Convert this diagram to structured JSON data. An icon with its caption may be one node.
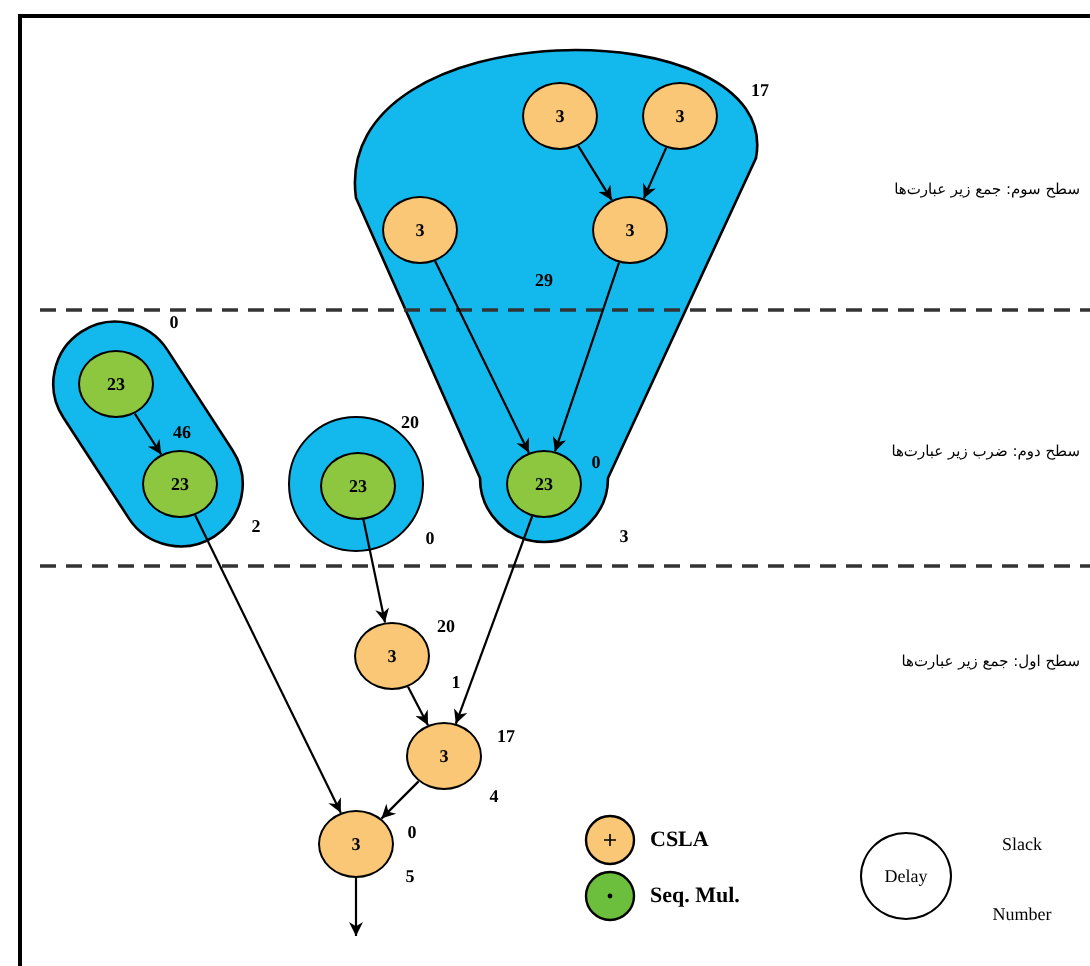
{
  "diagram": {
    "nodes": [
      {
        "text": [],
        "shape": "blob",
        "beside": [
          "17",
          "3"
        ]
      },
      {
        "text": [
          "3"
        ],
        "in": 0
      },
      {
        "text": [
          "3"
        ],
        "in": 0
      },
      {
        "text": [
          "3"
        ],
        "in": 0
      },
      {
        "text": [
          "3"
        ],
        "in": 0
      },
      {
        "text": [],
        "shape": "capsule",
        "beside": [
          "0",
          "2"
        ]
      },
      {
        "text": [
          "23"
        ],
        "in": 5
      },
      {
        "text": [
          "23"
        ],
        "in": 5,
        "beside": [
          "46"
        ]
      },
      {
        "text": [],
        "shape": "circle",
        "beside": [
          "20",
          "0"
        ]
      },
      {
        "text": [
          "23"
        ],
        "in": 8
      },
      {
        "text": [
          "23"
        ],
        "in": 0,
        "beside": [
          "0"
        ]
      },
      {
        "text": [
          "3"
        ],
        "beside": [
          "20",
          "1"
        ]
      },
      {
        "text": [
          "3"
        ],
        "beside": [
          "17",
          "4"
        ]
      },
      {
        "text": [
          "3"
        ],
        "beside": [
          "0",
          "5"
        ]
      },
      {
        "text": [
          "Delay"
        ],
        "beside": [
          "Slack",
          "Number"
        ]
      }
    ],
    "edges": [
      {
        "from": 1,
        "to": 4,
        "arrow": "to"
      },
      {
        "from": 2,
        "to": 4,
        "arrow": "to"
      },
      {
        "from": 3,
        "to": 10,
        "arrow": "to"
      },
      {
        "from": 4,
        "to": 10,
        "arrow": "to"
      },
      {
        "from": 6,
        "to": 7,
        "arrow": "to"
      },
      {
        "from": 7,
        "to": 13,
        "arrow": "to"
      },
      {
        "from": 9,
        "to": 11,
        "arrow": "to"
      },
      {
        "from": 10,
        "to": 12,
        "arrow": "to"
      },
      {
        "from": 11,
        "to": 12,
        "arrow": "to"
      },
      {
        "from": 12,
        "to": 13,
        "arrow": "to"
      },
      {
        "from": 13,
        "to": null,
        "arrow": "to"
      }
    ],
    "labels": [
      "سطح سوم: جمع زیر عبارت‌ها",
      "سطح دوم: ضرب زیر عبارت‌ها",
      "سطح اول: جمع زیر عبارت‌ها",
      "29"
    ],
    "legend": [
      {
        "text": "CSLA",
        "color": "#f9c776"
      },
      {
        "text": "Seq. Mul.",
        "color": "#6cbf3c"
      }
    ]
  }
}
